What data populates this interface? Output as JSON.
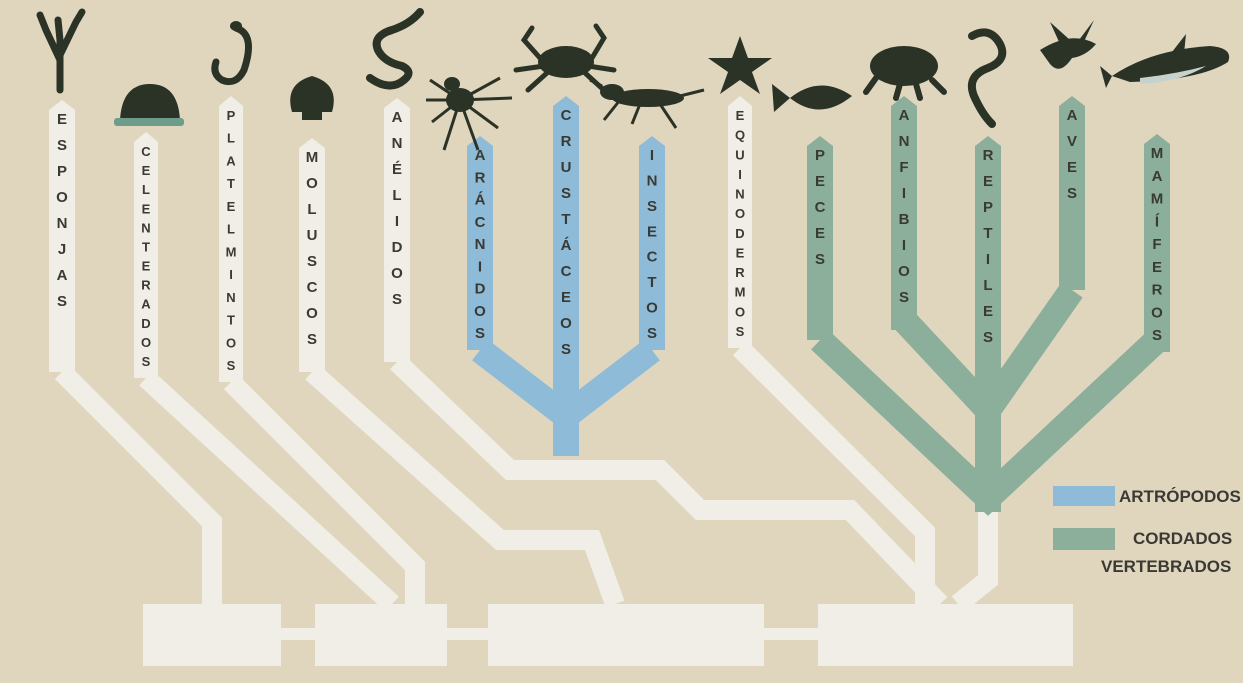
{
  "taxa": [
    {
      "id": "esponjas",
      "label": "ESPONJAS",
      "group": "other",
      "icon": "sponge-icon"
    },
    {
      "id": "celenterados",
      "label": "CELENTERADOS",
      "group": "other",
      "icon": "jellyfish-icon"
    },
    {
      "id": "platelmintos",
      "label": "PLATELMINTOS",
      "group": "other",
      "icon": "flatworm-icon"
    },
    {
      "id": "moluscos",
      "label": "MOLUSCOS",
      "group": "other",
      "icon": "shell-icon"
    },
    {
      "id": "anelidos",
      "label": "ANÉLIDOS",
      "group": "other",
      "icon": "worm-icon"
    },
    {
      "id": "aracnidos",
      "label": "ARÁCNIDOS",
      "group": "artropodos",
      "icon": "spider-icon"
    },
    {
      "id": "crustaceos",
      "label": "CRUSTÁCEOS",
      "group": "artropodos",
      "icon": "crab-icon"
    },
    {
      "id": "insectos",
      "label": "INSECTOS",
      "group": "artropodos",
      "icon": "insect-icon"
    },
    {
      "id": "equinodermos",
      "label": "EQUINODERMOS",
      "group": "other",
      "icon": "starfish-icon"
    },
    {
      "id": "peces",
      "label": "PECES",
      "group": "cordados",
      "icon": "fish-icon"
    },
    {
      "id": "anfibios",
      "label": "ANFIBIOS",
      "group": "cordados",
      "icon": "frog-icon"
    },
    {
      "id": "reptiles",
      "label": "REPTILES",
      "group": "cordados",
      "icon": "snake-icon"
    },
    {
      "id": "aves",
      "label": "AVES",
      "group": "cordados",
      "icon": "bird-icon"
    },
    {
      "id": "mamiferos",
      "label": "MAMÍFEROS",
      "group": "cordados",
      "icon": "whale-icon"
    }
  ],
  "legend": [
    {
      "key": "artropodos",
      "lines": [
        "ARTRÓPODOS"
      ]
    },
    {
      "key": "cordados",
      "lines": [
        "CORDADOS",
        "VERTEBRADOS"
      ]
    }
  ],
  "colors": {
    "background": "#e0d6be",
    "branch": "#f0eee6",
    "artropodos": "#8ebcd8",
    "cordados": "#8caf9c",
    "text": "#3a3a34",
    "silhouette": "#2b3226"
  }
}
